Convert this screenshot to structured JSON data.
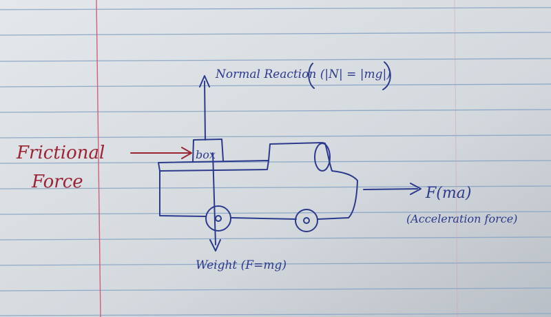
{
  "colors": {
    "paper": "#d6dbe0",
    "rule_line": "#8fa9c6",
    "margin_line": "#d0607a",
    "ink_blue": "#2c3a8c",
    "ink_red": "#9b2333"
  },
  "labels": {
    "normal_reaction": "Normal Reaction (|N| = |mg|)",
    "frictional_force_line1": "Frictional",
    "frictional_force_line2": "Force",
    "box": "box",
    "weight": "Weight (F=mg)",
    "applied_force": "F(ma)",
    "acceleration_force": "(Acceleration force)"
  }
}
